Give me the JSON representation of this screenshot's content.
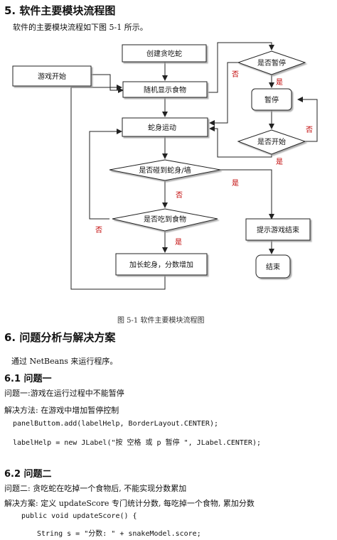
{
  "section5": {
    "heading": "5. 软件主要模块流程图",
    "intro": "软件的主要模块流程如下图 5-1 所示。"
  },
  "flowchart": {
    "nodes": {
      "create_snake": "创建贪吃蛇",
      "start_game": "游戏开始",
      "show_food": "随机显示食物",
      "snake_move": "蛇身运动",
      "hit_check": "是否碰到蛇身/墙",
      "eat_check": "是否吃到食物",
      "grow": "加长蛇身，分数增加",
      "pause_check": "是否暂停",
      "pause": "暂停",
      "resume_check": "是否开始",
      "game_over_msg": "提示游戏结束",
      "end": "结束"
    },
    "labels": {
      "yes": "是",
      "no": "否"
    },
    "caption": "图 5-1  软件主要模块流程图"
  },
  "section6": {
    "heading": "6. 问题分析与解决方案",
    "run_note": "通过 NetBeans 来运行程序。",
    "q1": {
      "heading": "6.1 问题一",
      "problem": "问题一:游戏在运行过程中不能暂停",
      "solution": "解决方法: 在游戏中增加暂停控制",
      "code1": "panelButtom.add(labelHelp, BorderLayout.CENTER);",
      "code2": "labelHelp = new JLabel(\"按 空格 或 p 暂停 \", JLabel.CENTER);"
    },
    "q2": {
      "heading": "6.2 问题二",
      "problem": "问题二: 贪吃蛇在吃掉一个食物后, 不能实现分数累加",
      "solution": "解决方案: 定义 updateScore 专门统计分数, 每吃掉一个食物, 累加分数",
      "code1": "public void updateScore() {",
      "code2": "String s = \"分数: \" + snakeModel.score;"
    }
  }
}
